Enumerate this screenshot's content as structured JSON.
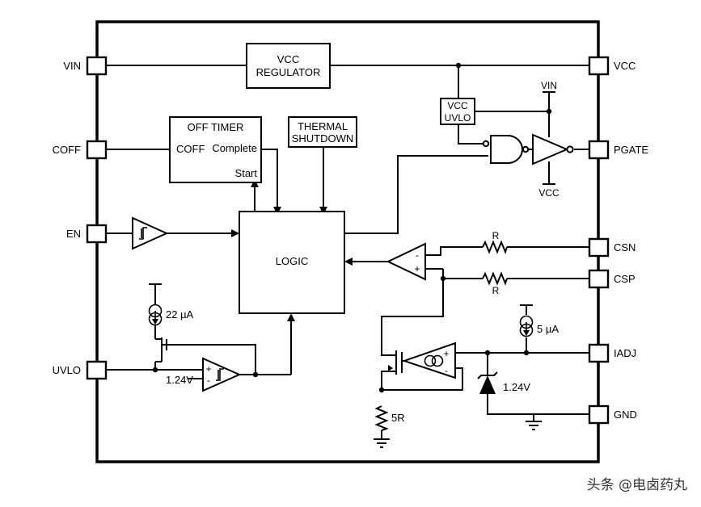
{
  "pins_left": [
    "VIN",
    "COFF",
    "EN",
    "UVLO"
  ],
  "pins_right": [
    "VCC",
    "PGATE",
    "CSN",
    "CSP",
    "IADJ",
    "GND"
  ],
  "blocks": {
    "vcc_regulator": [
      "VCC",
      "REGULATOR"
    ],
    "off_timer": {
      "title": "OFF TIMER",
      "input": "COFF",
      "output": "Complete",
      "start": "Start"
    },
    "thermal_shutdown": [
      "THERMAL",
      "SHUTDOWN"
    ],
    "logic": "LOGIC",
    "vcc_uvlo": [
      "VCC",
      "UVLO"
    ]
  },
  "labels": {
    "gate_supply_top": "VIN",
    "gate_supply_bottom": "VCC",
    "resistor_csn": "R",
    "resistor_csp": "R",
    "resistor_sense": "5R",
    "source_uvlo": "22 µA",
    "source_iadj": "5 µA",
    "ref_uvlo": "1.24V",
    "ref_zener": "1.24V",
    "amp_minus": "-",
    "amp_plus": "+"
  },
  "watermark": "头条 @电卤药丸"
}
